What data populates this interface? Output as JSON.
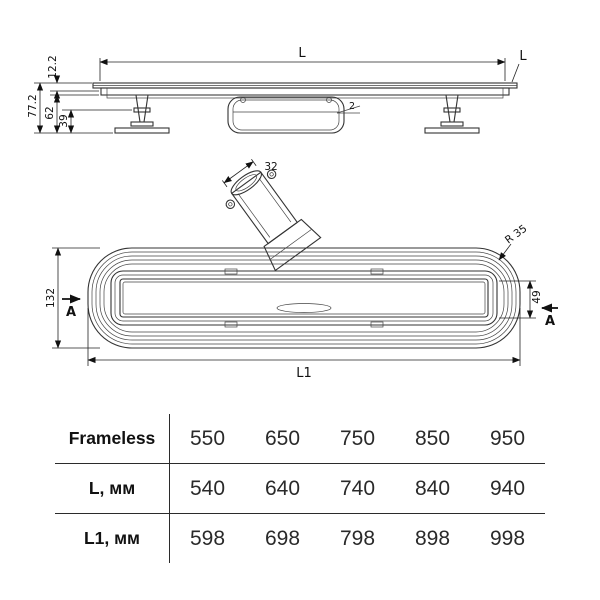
{
  "side_view": {
    "dim_length_top": "L",
    "dim_length_right": "L",
    "dim_height_grate": "12.2",
    "dim_height_total": "77.2",
    "dim_height_body": "62",
    "dim_height_clearance": "39",
    "dim_slope": "2"
  },
  "top_view": {
    "dim_pipe_diameter": "32",
    "dim_corner_radius": "R 35",
    "dim_width_total": "132",
    "dim_width_inner": "49",
    "dim_length_overall": "L1",
    "section_marker": "A"
  },
  "table": {
    "rows": [
      {
        "label": "Frameless",
        "values": [
          "550",
          "650",
          "750",
          "850",
          "950"
        ]
      },
      {
        "label": "L, мм",
        "values": [
          "540",
          "640",
          "740",
          "840",
          "940"
        ]
      },
      {
        "label": "L1, мм",
        "values": [
          "598",
          "698",
          "798",
          "898",
          "998"
        ]
      }
    ]
  }
}
